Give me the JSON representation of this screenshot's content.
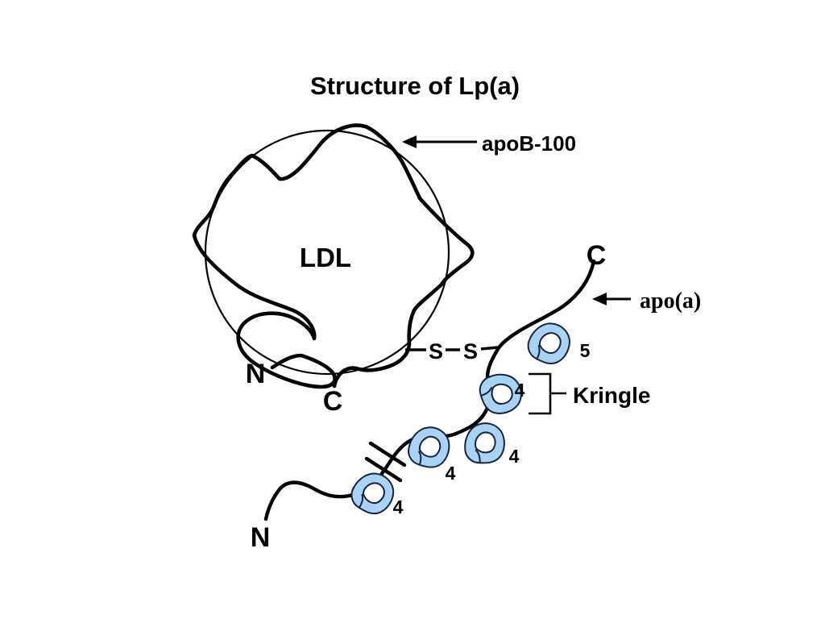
{
  "title": {
    "text": "Structure of Lp(a)",
    "color": "#3333b4"
  },
  "ldl_particle": {
    "label": "LDL"
  },
  "apob": {
    "label": "apoB-100",
    "n_terminus": "N",
    "c_terminus": "C"
  },
  "apoa": {
    "label": "apo(a)",
    "c_terminus": "C",
    "n_terminus": "N"
  },
  "disulfide_bond": {
    "s_left": "S",
    "s_right": "S"
  },
  "kringle_bracket": {
    "label": "Kringle"
  },
  "kringles": [
    {
      "label": "5"
    },
    {
      "label": "4"
    },
    {
      "label": "4"
    },
    {
      "label": "4"
    },
    {
      "label": "4"
    }
  ],
  "colors": {
    "kringle_fill": "#a8d3f5",
    "kringle_stroke": "#16243e",
    "chain": "#000000"
  }
}
